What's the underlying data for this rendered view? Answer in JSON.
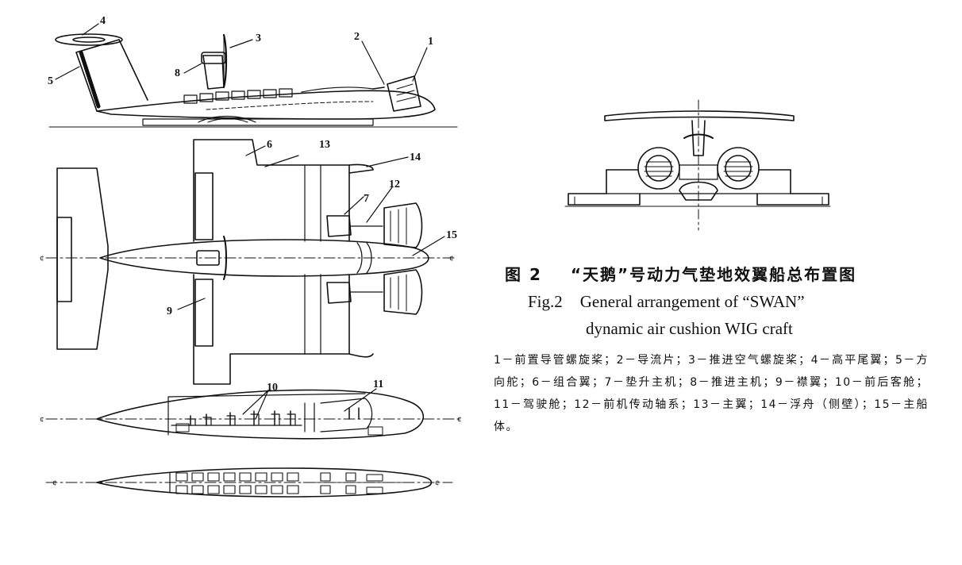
{
  "figure": {
    "label_cn": "图 2",
    "title_cn": "“天鹅”号动力气垫地效翼船总布置图",
    "label_en": "Fig.2",
    "title_en_line1": "General arrangement of “SWAN”",
    "title_en_line2": "dynamic air cushion WIG craft"
  },
  "legend_text": "1－前置导管螺旋桨；2－导流片；3－推进空气螺旋桨；4－高平尾翼；5－方向舵；6－组合翼；7－垫升主机；8－推进主机；9－襟翼；10－前后客舱；11－驾驶舱；12－前机传动轴系；13－主翼；14－浮舟（侧壁）；15－主船体。",
  "callouts": {
    "c1": "1",
    "c2": "2",
    "c3": "3",
    "c4": "4",
    "c5": "5",
    "c6": "6",
    "c7": "7",
    "c8": "8",
    "c9": "9",
    "c10": "10",
    "c11": "11",
    "c12": "12",
    "c13": "13",
    "c14": "14",
    "c15": "15"
  },
  "centerline_mark": "¢"
}
